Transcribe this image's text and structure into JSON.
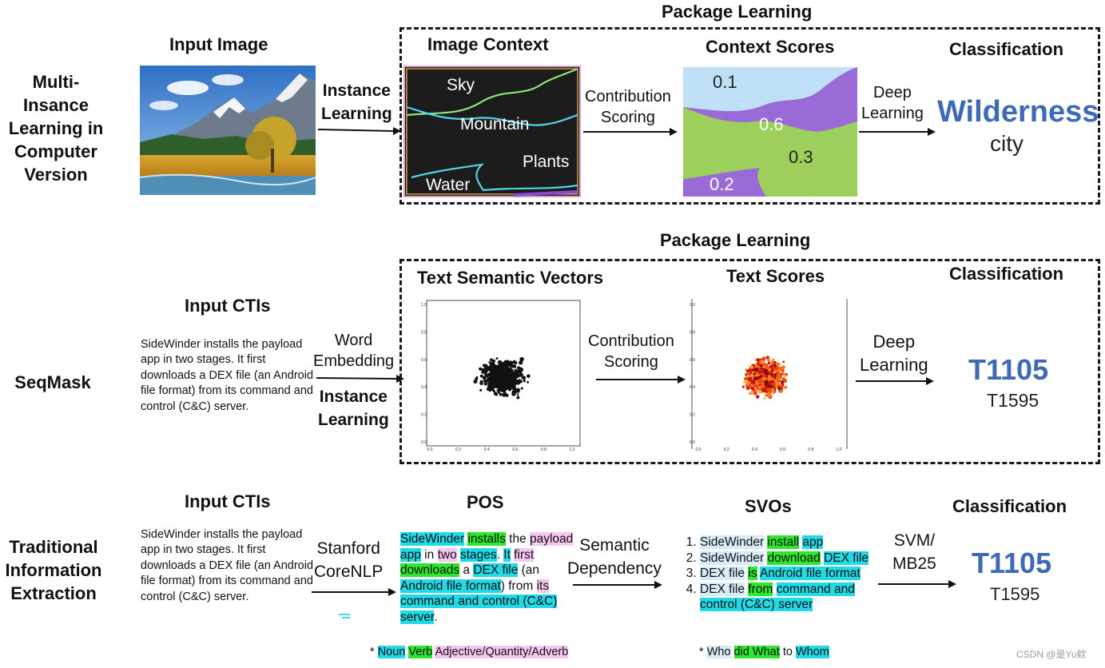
{
  "row1": {
    "label": "Multi-\nInsance\nLearning in\nComputer\nVersion",
    "input_title": "Input Image",
    "arrow1_label": "Instance\nLearning",
    "package_title": "Package Learning",
    "context_title": "Image Context",
    "context_regions": [
      "Sky",
      "Mountain",
      "Plants",
      "Water"
    ],
    "arrow2_label": "Contribution\nScoring",
    "scores_title": "Context Scores",
    "scores": [
      "0.1",
      "0.6",
      "0.3",
      "0.2"
    ],
    "arrow3_label": "Deep\nLearning",
    "class_title": "Classification",
    "class_main": "Wilderness",
    "class_sub": "city"
  },
  "row2": {
    "label": "SeqMask",
    "input_title": "Input CTIs",
    "input_text": "SideWinder installs the payload app in two stages. It first downloads a DEX file (an Android file format) from its command and control (C&C) server.",
    "arrow1_label_top": "Word\nEmbedding",
    "arrow1_label_bottom": "Instance\nLearning",
    "package_title": "Package Learning",
    "vectors_title": "Text Semantic Vectors",
    "arrow2_label": "Contribution\nScoring",
    "scores_title": "Text Scores",
    "arrow3_label": "Deep\nLearning",
    "class_title": "Classification",
    "class_main": "T1105",
    "class_sub": "T1595",
    "plot_ticks_x": [
      "0.0",
      "0.2",
      "0.4",
      "0.6",
      "0.8",
      "1.0"
    ],
    "plot_ticks_y": [
      "1.0",
      "0.8",
      "0.6",
      "0.4",
      "0.2",
      "0.0"
    ]
  },
  "row3": {
    "label": "Traditional\nInformation\nExtraction",
    "input_title": "Input CTIs",
    "input_text": "SideWinder installs the payload app in two stages. It first downloads a DEX file (an Android file format) from its command and control (C&C) server.",
    "arrow1_label": "Stanford\nCoreNLP",
    "pos_title": "POS",
    "arrow2_label": "Semantic\nDependency",
    "svos_title": "SVOs",
    "arrow3_label": "SVM/\nMB25",
    "class_title": "Classification",
    "class_main": "T1105",
    "class_sub": "T1595",
    "pos_legend_star": "*",
    "pos_legend": [
      "Noun",
      "Verb",
      "Adjective/Quantity/Adverb"
    ],
    "svo_legend_star": "*",
    "svo_legend": [
      "Who",
      "did What",
      "to",
      "Whom"
    ]
  },
  "pos_tokens": [
    {
      "t": "SideWinder",
      "c": "n"
    },
    {
      "t": " ",
      "c": ""
    },
    {
      "t": "installs",
      "c": "v"
    },
    {
      "t": " the ",
      "c": ""
    },
    {
      "t": "payload",
      "c": "a"
    },
    {
      "t": " ",
      "c": ""
    },
    {
      "t": "app",
      "c": "n"
    },
    {
      "t": " in ",
      "c": ""
    },
    {
      "t": "two",
      "c": "a"
    },
    {
      "t": " ",
      "c": ""
    },
    {
      "t": "stages",
      "c": "n"
    },
    {
      "t": ". ",
      "c": ""
    },
    {
      "t": "It",
      "c": "n"
    },
    {
      "t": " ",
      "c": ""
    },
    {
      "t": "first",
      "c": "a"
    },
    {
      "t": " ",
      "c": ""
    },
    {
      "t": "downloads",
      "c": "v"
    },
    {
      "t": " a ",
      "c": ""
    },
    {
      "t": "DEX file",
      "c": "n"
    },
    {
      "t": " (an ",
      "c": ""
    },
    {
      "t": "Android file format",
      "c": "n"
    },
    {
      "t": ") from ",
      "c": ""
    },
    {
      "t": "its",
      "c": "a"
    },
    {
      "t": " ",
      "c": ""
    },
    {
      "t": "command and control (C&C)",
      "c": "n"
    },
    {
      "t": " ",
      "c": ""
    },
    {
      "t": "server",
      "c": "n"
    },
    {
      "t": ".",
      "c": ""
    }
  ],
  "svo_items": [
    [
      {
        "t": "SideWinder",
        "c": "w"
      },
      {
        "t": " ",
        "c": ""
      },
      {
        "t": "install",
        "c": "v"
      },
      {
        "t": " ",
        "c": ""
      },
      {
        "t": "app",
        "c": "n"
      }
    ],
    [
      {
        "t": "SideWinder",
        "c": "w"
      },
      {
        "t": " ",
        "c": ""
      },
      {
        "t": "download",
        "c": "v"
      },
      {
        "t": " ",
        "c": ""
      },
      {
        "t": "DEX file",
        "c": "n"
      }
    ],
    [
      {
        "t": "DEX file",
        "c": "w"
      },
      {
        "t": " ",
        "c": ""
      },
      {
        "t": "is",
        "c": "v"
      },
      {
        "t": " ",
        "c": ""
      },
      {
        "t": "Android file format",
        "c": "n"
      }
    ],
    [
      {
        "t": "DEX file",
        "c": "w"
      },
      {
        "t": " ",
        "c": ""
      },
      {
        "t": "from",
        "c": "v"
      },
      {
        "t": " ",
        "c": ""
      },
      {
        "t": "command and control (C&C) server",
        "c": "n"
      }
    ]
  ],
  "footer": "CSDN @是Yu欸",
  "colors": {
    "accent_blue": "#3e6ab5",
    "noun": "#22d9e6",
    "verb": "#2ee62e",
    "adj": "#f4c6f0",
    "who": "#d7ebf7"
  }
}
